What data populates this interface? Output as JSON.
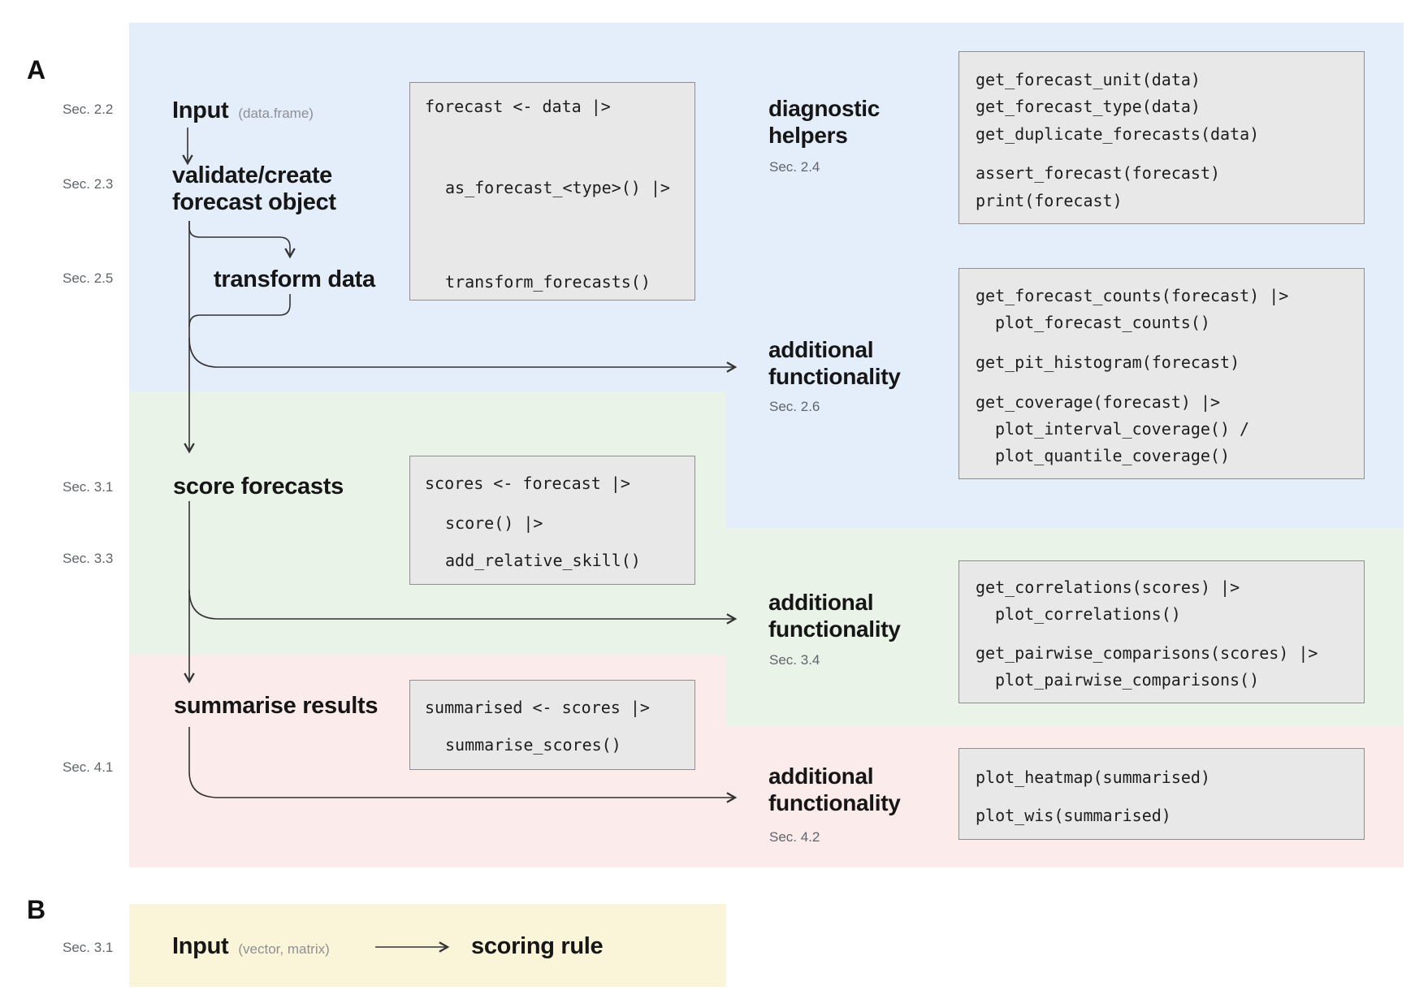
{
  "colors": {
    "band_blue": "#e4edfa",
    "band_green": "#e9f3e7",
    "band_pink": "#fcebeb",
    "band_yellow": "#faf4d8",
    "code_box_fill": "#e8e8e8",
    "code_box_border": "#8f8f8f",
    "text_primary": "#161616",
    "text_muted": "#60656b",
    "note_gray": "#8e9096",
    "arrow": "#333333"
  },
  "panel_a": {
    "label": "A",
    "sections": {
      "s22": "Sec. 2.2",
      "s23": "Sec. 2.3",
      "s25": "Sec. 2.5",
      "s31": "Sec. 3.1",
      "s33": "Sec. 3.3",
      "s41": "Sec. 4.1"
    },
    "flow": {
      "input": "Input",
      "input_note": "(data.frame)",
      "validate_l1": "validate/create",
      "validate_l2": "forecast object",
      "transform": "transform data",
      "score": "score forecasts",
      "summarise": "summarise results"
    },
    "right_titles": {
      "diagnostic": {
        "l1": "diagnostic",
        "l2": "helpers",
        "sec": "Sec. 2.4"
      },
      "af1": {
        "l1": "additional",
        "l2": "functionality",
        "sec": "Sec. 2.6"
      },
      "af2": {
        "l1": "additional",
        "l2": "functionality",
        "sec": "Sec. 3.4"
      },
      "af3": {
        "l1": "additional",
        "l2": "functionality",
        "sec": "Sec. 4.2"
      }
    },
    "code": {
      "pipeline_create": [
        "forecast <- data |>",
        "as_forecast_<type>() |>",
        "transform_forecasts()"
      ],
      "diagnostic_helpers": [
        "get_forecast_unit(data)",
        "get_forecast_type(data)",
        "get_duplicate_forecasts(data)",
        "assert_forecast(forecast)",
        "print(forecast)"
      ],
      "additional_26": [
        "get_forecast_counts(forecast) |>",
        "plot_forecast_counts()",
        "get_pit_histogram(forecast)",
        "get_coverage(forecast) |>",
        "plot_interval_coverage() /",
        "plot_quantile_coverage()"
      ],
      "pipeline_score": [
        "scores <- forecast |>",
        "score() |>",
        "add_relative_skill()"
      ],
      "additional_34": [
        "get_correlations(scores) |>",
        "plot_correlations()",
        "get_pairwise_comparisons(scores) |>",
        "plot_pairwise_comparisons()"
      ],
      "pipeline_summarise": [
        "summarised <- scores |>",
        "summarise_scores()"
      ],
      "additional_42": [
        "plot_heatmap(summarised)",
        "plot_wis(summarised)"
      ]
    }
  },
  "panel_b": {
    "label": "B",
    "section": "Sec. 3.1",
    "input": "Input",
    "input_note": "(vector, matrix)",
    "target": "scoring rule"
  }
}
